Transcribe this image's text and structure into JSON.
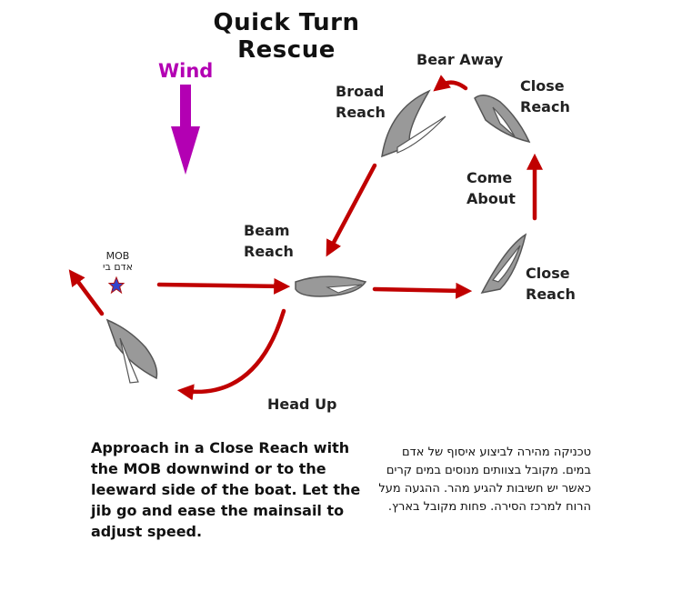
{
  "title": "Quick Turn Rescue",
  "wind_label": "Wind",
  "mob": {
    "line1": "MOB",
    "line2": "אדם בי"
  },
  "points_of_sail": {
    "bear_away": "Bear Away",
    "broad_reach": "Broad\nReach",
    "close_reach_top": "Close\nReach",
    "come_about": "Come\nAbout",
    "beam_reach": "Beam\nReach",
    "close_reach_right": "Close\nReach",
    "head_up": "Head Up"
  },
  "description_en": "Approach in a Close Reach with the MOB downwind or to the leeward side of the boat.  Let the jib go and ease the mainsail to adjust speed.",
  "description_he": "טכניקה מהירה לביצוע איסוף של אדם במים. מקובל בצוותים מנוסים במים קרים כאשר יש חשיבות להגיע מהר. ההגעה מעל הרוח למרכז הסירה. פחות מקובל בארץ.",
  "colors": {
    "arrow": "#c00000",
    "wind": "#b300b3",
    "sail": "#999999",
    "mob_star": "#3344cc"
  }
}
